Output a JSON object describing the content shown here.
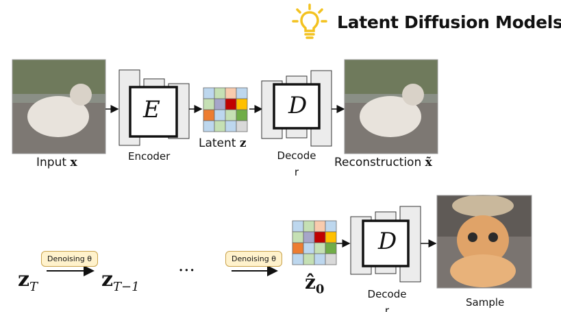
{
  "title": "Latent Diffusion Models",
  "icons": {
    "bulb": "lightbulb-icon"
  },
  "colors": {
    "bulb": "#f3c21f",
    "denoise_bg": "#fff2cc"
  },
  "top_row": {
    "input_label_text": "Input ",
    "input_label_math": "x",
    "encoder_symbol": "E",
    "encoder_label": "Encoder",
    "latent_label_text": "Latent ",
    "latent_label_math": "z",
    "decoder_symbol": "D",
    "decoder_label": "Decode\nr",
    "recon_label_text": "Reconstruction ",
    "recon_label_math": "x̃"
  },
  "bottom_row": {
    "zT_base": "z",
    "zT_sub": "T",
    "denoise_label_1": "Denoising θ",
    "zT1_base": "z",
    "zT1_sub": "T−1",
    "ellipsis": "···",
    "denoise_label_2": "Denoising θ",
    "z0_base": "ẑ",
    "z0_sub": "0",
    "decoder_symbol": "D",
    "decoder_label": "Decode\nr",
    "sample_label": "Sample"
  },
  "latent_grid_colors": [
    [
      "#bdd7ee",
      "#c5e0b4",
      "#f8cbad",
      "#bdd7ee"
    ],
    [
      "#c5e0b4",
      "#a6a6c9",
      "#c00000",
      "#ffc000"
    ],
    [
      "#ed7d31",
      "#bdd7ee",
      "#c5e0b4",
      "#70ad47"
    ],
    [
      "#bdd7ee",
      "#c5e0b4",
      "#bdd7ee",
      "#d9d9d9"
    ]
  ]
}
